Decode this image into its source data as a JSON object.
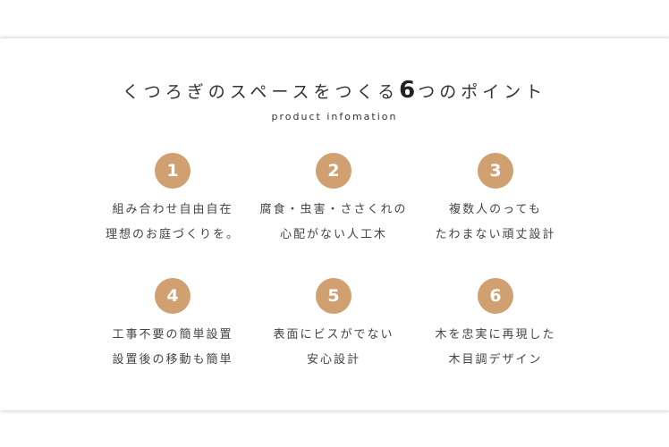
{
  "header": {
    "title_before": "くつろぎのスペースをつくる",
    "title_number": "6",
    "title_after": "つのポイント",
    "subtitle": "product infomation"
  },
  "accent_color": "#d0a070",
  "points": [
    {
      "number": "1",
      "line1": "組み合わせ自由自在",
      "line2": "理想のお庭づくりを。"
    },
    {
      "number": "2",
      "line1": "腐食・虫害・ささくれの",
      "line2": "心配がない人工木"
    },
    {
      "number": "3",
      "line1": "複数人のっても",
      "line2": "たわまない頑丈設計"
    },
    {
      "number": "4",
      "line1": "工事不要の簡単設置",
      "line2": "設置後の移動も簡単"
    },
    {
      "number": "5",
      "line1": "表面にビスがでない",
      "line2": "安心設計"
    },
    {
      "number": "6",
      "line1": "木を忠実に再現した",
      "line2": "木目調デザイン"
    }
  ]
}
